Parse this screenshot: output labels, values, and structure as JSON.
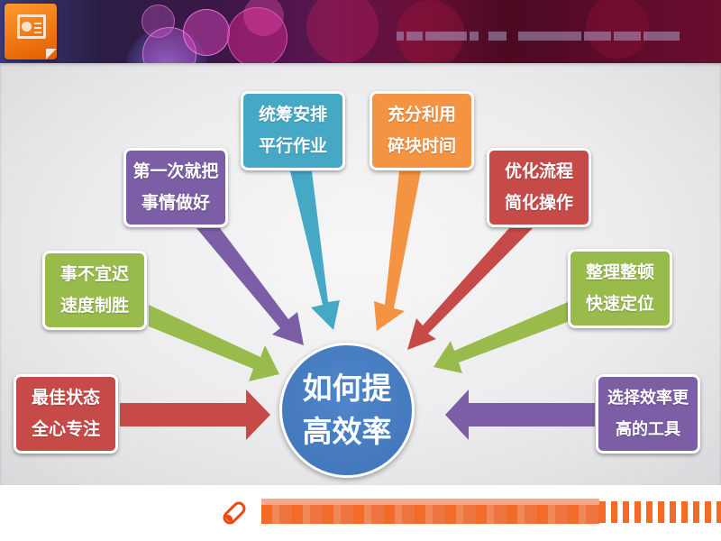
{
  "header": {
    "app_icon": "powerpoint-slide-icon",
    "title_text_blurred": true
  },
  "diagram": {
    "center": {
      "line1": "如何提",
      "line2": "高效率",
      "color": "#4a7fc1"
    },
    "items": [
      {
        "id": "best-state",
        "line1": "最佳状态",
        "line2": "全心专注",
        "color": "#c64a48"
      },
      {
        "id": "no-delay",
        "line1": "事不宜迟",
        "line2": "速度制胜",
        "color": "#98bb4b"
      },
      {
        "id": "do-right-first",
        "line1": "第一次就把",
        "line2": "事情做好",
        "color": "#7c5ea6"
      },
      {
        "id": "plan-parallel",
        "line1": "统筹安排",
        "line2": "平行作业",
        "color": "#45a9c6"
      },
      {
        "id": "fragment-time",
        "line1": "充分利用",
        "line2": "碎块时间",
        "color": "#f49341"
      },
      {
        "id": "optimize-process",
        "line1": "优化流程",
        "line2": "简化操作",
        "color": "#c64a48"
      },
      {
        "id": "organize",
        "line1": "整理整顿",
        "line2": "快速定位",
        "color": "#98bb4b"
      },
      {
        "id": "better-tools",
        "line1": "选择效率更",
        "line2": "高的工具",
        "color": "#7c5ea6"
      }
    ]
  },
  "footer": {
    "icon": "pencil-icon",
    "accent_color": "#f26b28",
    "text_blurred": true
  }
}
